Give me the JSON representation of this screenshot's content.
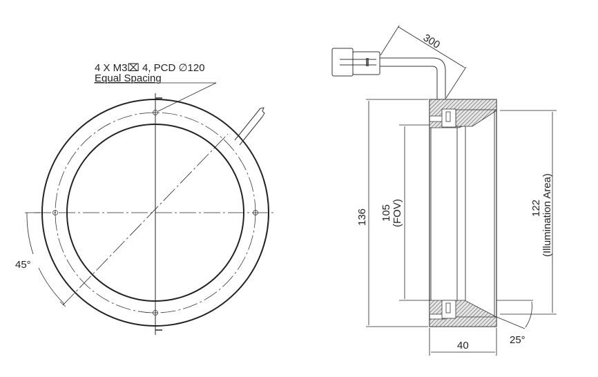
{
  "front_view": {
    "note_line1": "4 X M3⌧ 4, PCD ∅120",
    "note_line1_parts": {
      "prefix": "4 X M3",
      "depth_symbol": "⌧",
      "depth": " 4, PCD ",
      "dia_symbol": "Ø",
      "pcd": "120"
    },
    "note_line2": "Equal Spacing",
    "angle_label": "45°",
    "mounting_holes": 4
  },
  "side_view": {
    "cable_length": "300",
    "outer_height": "136",
    "fov_value": "105",
    "fov_label": "(FOV)",
    "illum_value": "122",
    "illum_label": "(Illumination Area)",
    "width": "40",
    "bevel_angle": "25°"
  },
  "colors": {
    "line": "#222222",
    "hatch": "#555555",
    "background": "#ffffff"
  }
}
